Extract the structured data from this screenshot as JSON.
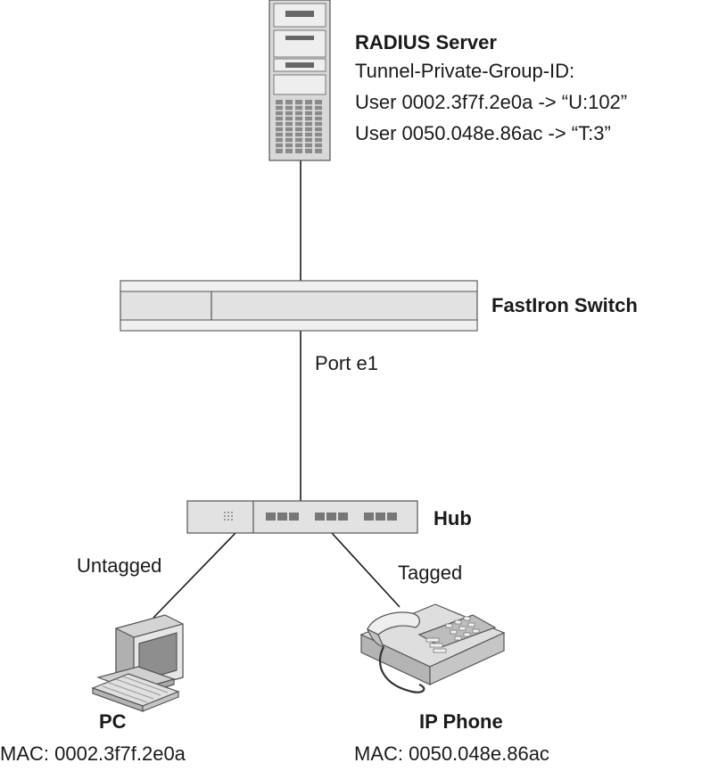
{
  "radius_server": {
    "title": "RADIUS Server",
    "attribute": "Tunnel-Private-Group-ID:",
    "mappings": [
      "User 0002.3f7f.2e0a -> “U:102”",
      "User 0050.048e.86ac -> “T:3”"
    ]
  },
  "switch": {
    "label": "FastIron Switch",
    "port": "Port e1"
  },
  "hub": {
    "label": "Hub"
  },
  "links": {
    "untagged": "Untagged",
    "tagged": "Tagged"
  },
  "pc": {
    "label": "PC",
    "mac": "MAC: 0002.3f7f.2e0a"
  },
  "ip_phone": {
    "label": "IP Phone",
    "mac": "MAC: 0050.048e.86ac"
  },
  "colors": {
    "line": "#1a1a1a",
    "device_fill": "#e4e4e4",
    "device_dark": "#a8a8a8",
    "device_stroke": "#555555"
  }
}
